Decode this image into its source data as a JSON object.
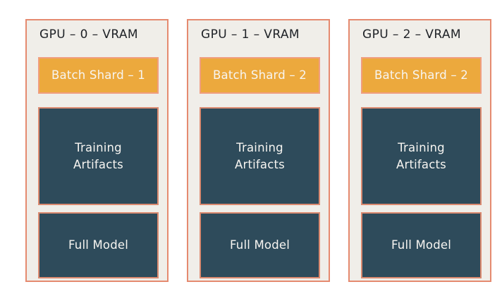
{
  "diagram": {
    "panels": [
      {
        "title": "GPU – 0 – VRAM",
        "batch_shard_label": "Batch Shard – 1",
        "training_label": "Training Artifacts",
        "full_model_label": "Full Model"
      },
      {
        "title": "GPU – 1 – VRAM",
        "batch_shard_label": "Batch Shard – 2",
        "training_label": "Training Artifacts",
        "full_model_label": "Full Model"
      },
      {
        "title": "GPU – 2 – VRAM",
        "batch_shard_label": "Batch Shard – 2",
        "training_label": "Training Artifacts",
        "full_model_label": "Full Model"
      }
    ],
    "colors": {
      "page_background": "#FFFFFF",
      "panel_background": "#F0EEE9",
      "panel_border": "#E58A6F",
      "batch_shard_fill": "#ECA93D",
      "batch_shard_border": "#F09E80",
      "memory_fill": "#2E4B5B",
      "memory_border": "#DB8A70",
      "title_text": "#1E2126",
      "box_text": "#F7F5F1"
    }
  }
}
